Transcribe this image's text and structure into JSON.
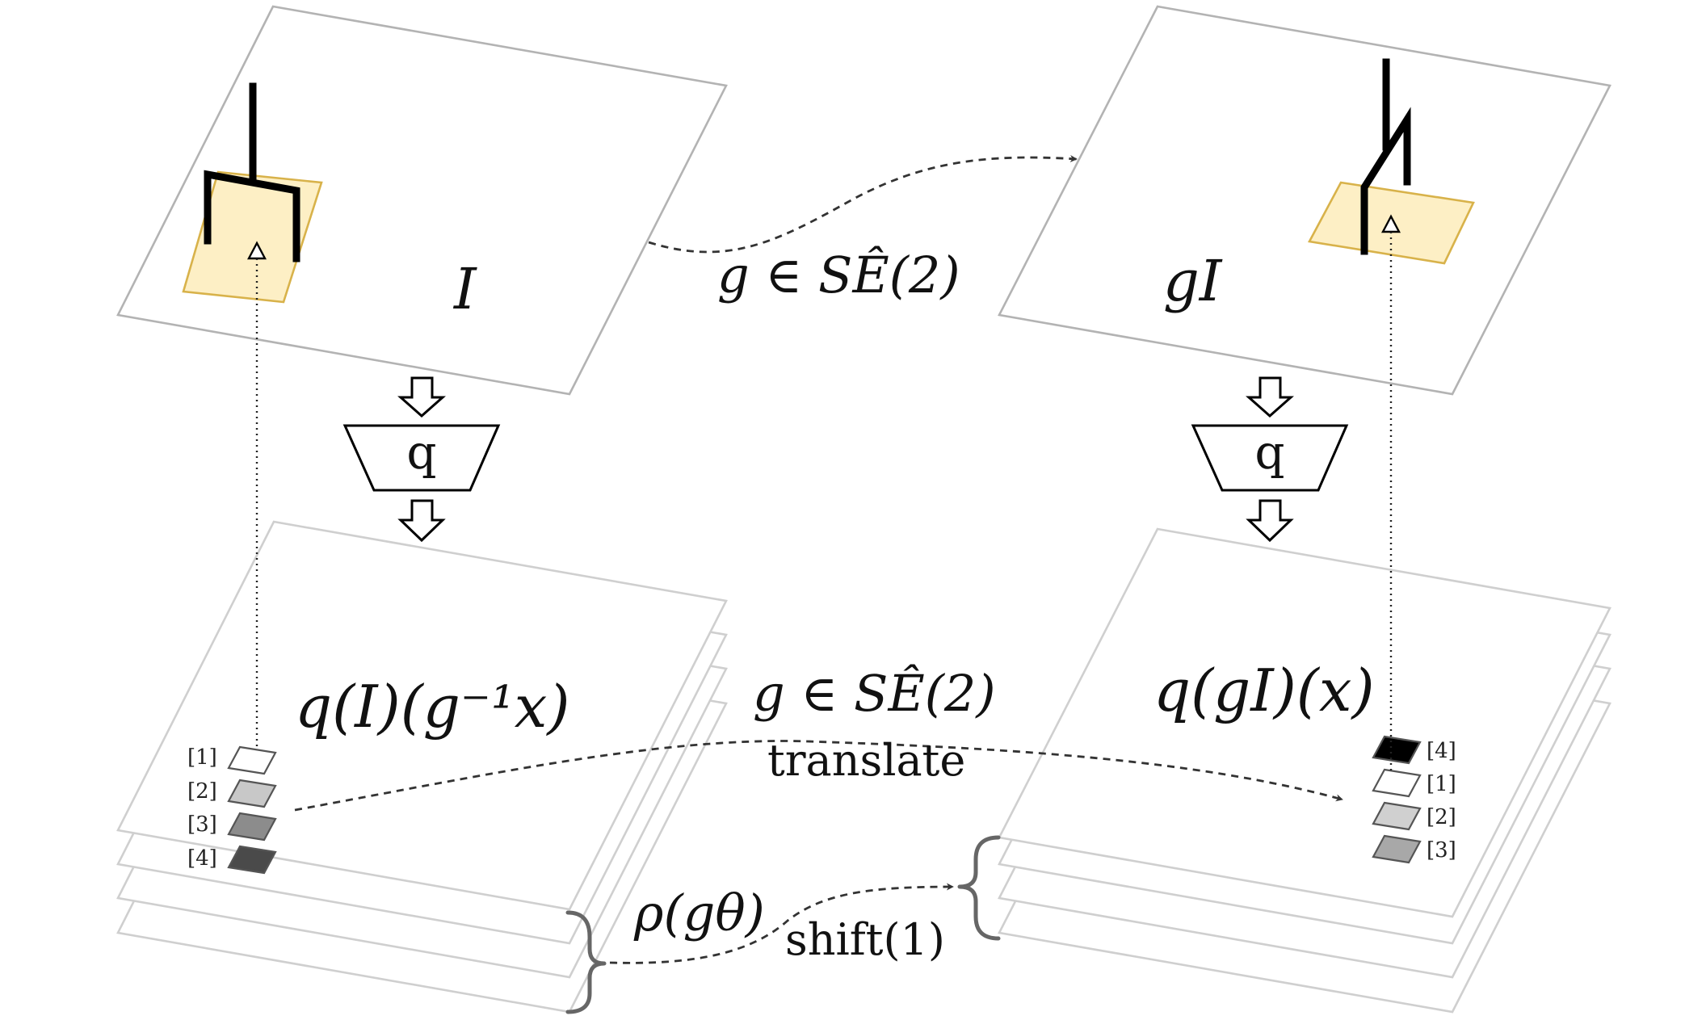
{
  "left": {
    "image_label": "I",
    "encoder_label": "q",
    "feature_label": "q(I)(g⁻¹x)",
    "cells": [
      {
        "index": "[1]",
        "color": "#ffffff"
      },
      {
        "index": "[2]",
        "color": "#c8c8c8"
      },
      {
        "index": "[3]",
        "color": "#8c8c8c"
      },
      {
        "index": "[4]",
        "color": "#4a4a4a"
      }
    ]
  },
  "right": {
    "image_label": "gI",
    "encoder_label": "q",
    "feature_label": "q(gI)(x)",
    "cells": [
      {
        "index": "[4]",
        "color": "#000000"
      },
      {
        "index": "[1]",
        "color": "#ffffff"
      },
      {
        "index": "[2]",
        "color": "#d0d0d0"
      },
      {
        "index": "[3]",
        "color": "#a8a8a8"
      }
    ]
  },
  "top_transform": {
    "label": "g ∈ SÊ(2)"
  },
  "middle_transform": {
    "label": "g ∈ SÊ(2)",
    "sublabel": "translate"
  },
  "bottom_transform": {
    "label": "ρ(gθ)",
    "sublabel": "shift(1)"
  }
}
